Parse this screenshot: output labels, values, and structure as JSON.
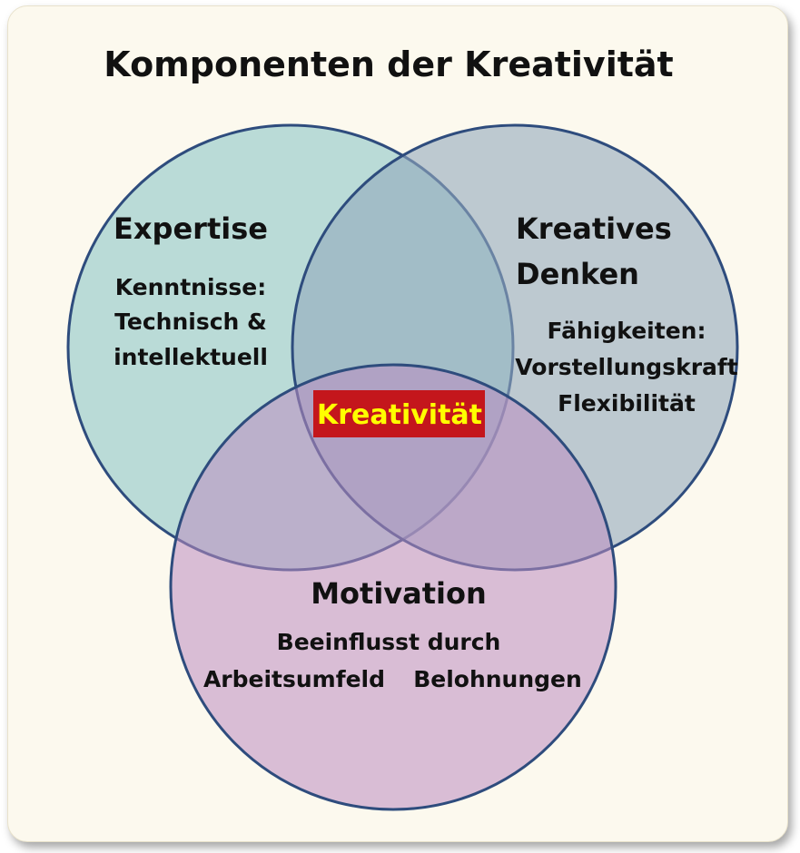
{
  "title": "Komponenten der Kreativität",
  "circles": {
    "expertise": {
      "heading": "Expertise",
      "lines": [
        "Kenntnisse:",
        "Technisch &",
        "intellektuell"
      ],
      "fill": "#8ec6c8"
    },
    "kreatives_denken": {
      "heading_lines": [
        "Kreatives",
        "Denken"
      ],
      "lines": [
        "Fähigkeiten:",
        "Vorstellungskraft",
        "Flexibilität"
      ],
      "fill": "#93a9bd"
    },
    "motivation": {
      "heading": "Motivation",
      "line1": "Beeinflusst durch",
      "left": "Arbeitsumfeld",
      "right": "Belohnungen",
      "fill": "#bc8dc1"
    }
  },
  "center_label": "Kreativität",
  "colors": {
    "outline": "#2e4c7d",
    "center_bg": "#c4161c",
    "center_text": "#ffff00",
    "background": "#fcf9ee"
  }
}
